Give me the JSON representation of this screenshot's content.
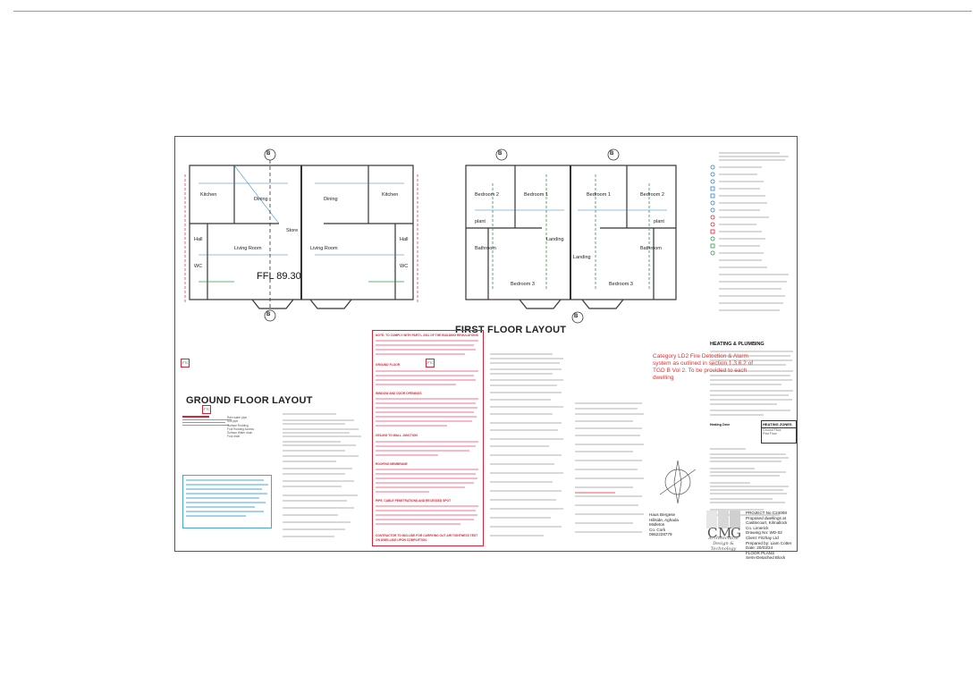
{
  "sheet": {
    "ground_floor": {
      "title": "GROUND FLOOR LAYOUT",
      "ffl": "FFL 89.30",
      "rooms": [
        "Kitchen",
        "Dining",
        "Dining",
        "Kitchen",
        "Living Room",
        "Living Room",
        "Hall",
        "Hall",
        "WC",
        "WC",
        "Store"
      ],
      "section_marker": "B"
    },
    "first_floor": {
      "title": "FIRST FLOOR LAYOUT",
      "rooms": [
        "Bedroom 2",
        "Bedroom 1",
        "Bedroom 1",
        "Bedroom 2",
        "Bedroom 3",
        "Bedroom 3",
        "Bathroom",
        "Bathroom",
        "Landing",
        "Landing",
        "plant",
        "plant"
      ],
      "section_marker": "B"
    },
    "notice": "Category LD2 Fire Detection & Alarm system as outlined in section 1.3.6.2 of TGD B Vol 2. To be provided to each dwelling",
    "heating": {
      "title": "HEATING & PLUMBING",
      "zones_title": "HEATING ZONES",
      "zones": [
        "Heating Zone",
        "Ground Floor",
        "First Floor"
      ]
    },
    "redbox_title": "NOTE: TO COMPLY WITH PART L 2011 OF THE BUILDING REGULATIONS",
    "redbox_headers": [
      "GROUND FLOOR",
      "WINDOW AND DOOR OPENINGS",
      "CEILING TO WALL JUNCTION",
      "ROOFING MEMBRANE",
      "PIPE, CABLE PENETRATIONS AND RECESSED SPOT"
    ],
    "contractor_note": "CONTRACTOR TO INCLUDE FOR CARRYING OUT AIR TIGHTNESS TEST ON DWELLING UPON COMPLETION.",
    "design": {
      "address": [
        "Haus Bergese",
        "Hillside, Aghada",
        "Midleton",
        "Co. Cork",
        "0862228779"
      ],
      "firm_letters": [
        "C",
        "M",
        "G"
      ],
      "firm_name": "Architectural Design & Technology",
      "project": [
        "PROJECT No  C24008",
        "Proposed dwellings at",
        "Castlecourt, Kilmallock",
        "Co. Limerick",
        "Drawing No: WD-02",
        "Client: Fitzhay Ltd",
        "Prepared by: Liam Cotter",
        "Date: 20/03/24",
        "FLOOR PLANS",
        "Semi-Detached Block"
      ]
    },
    "symbols": [
      "FTC",
      "FTC",
      "FTC"
    ],
    "legend": [
      "Rain water pipe",
      "Soil pipe",
      "Surface Rodding",
      "Foul Rodding Access",
      "Surface Water drain",
      "Foul drain"
    ]
  },
  "colors": {
    "red": "#d23",
    "blue": "#4aa3d8",
    "line": "#333"
  }
}
